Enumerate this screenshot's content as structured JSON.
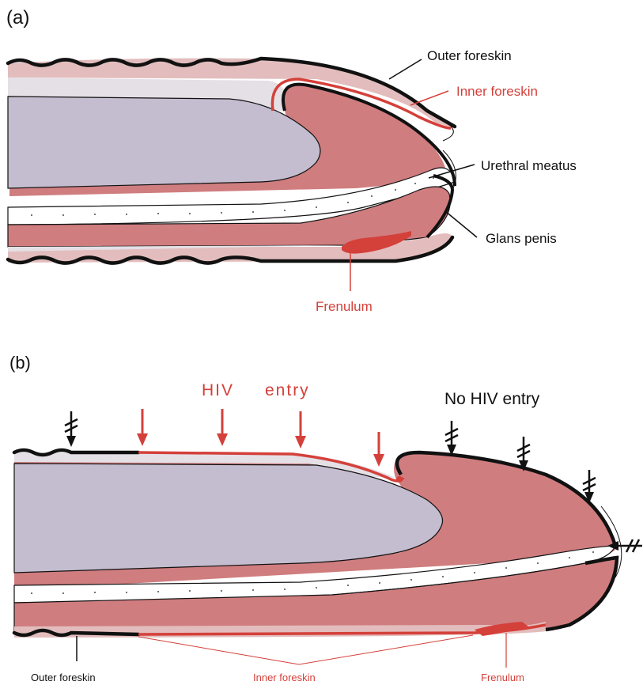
{
  "panel_a": {
    "panel_label": "(a)",
    "labels": {
      "outer_foreskin": "Outer foreskin",
      "inner_foreskin": "Inner foreskin",
      "urethral_meatus": "Urethral meatus",
      "glans_penis": "Glans penis",
      "frenulum": "Frenulum"
    }
  },
  "panel_b": {
    "panel_label": "(b)",
    "hiv_label_word1": "HIV",
    "hiv_label_word2": "entry",
    "no_hiv_label": "No HIV entry",
    "labels": {
      "outer_foreskin": "Outer foreskin",
      "inner_foreskin": "Inner foreskin",
      "frenulum": "Frenulum"
    }
  },
  "colors": {
    "skin_light": "#e3bdbd",
    "glans": "#cf7d7f",
    "shaft_core": "#c4bccf",
    "mucosa_pale": "#e4e0e6",
    "red_accent": "#d4403a",
    "outline": "#111111"
  }
}
